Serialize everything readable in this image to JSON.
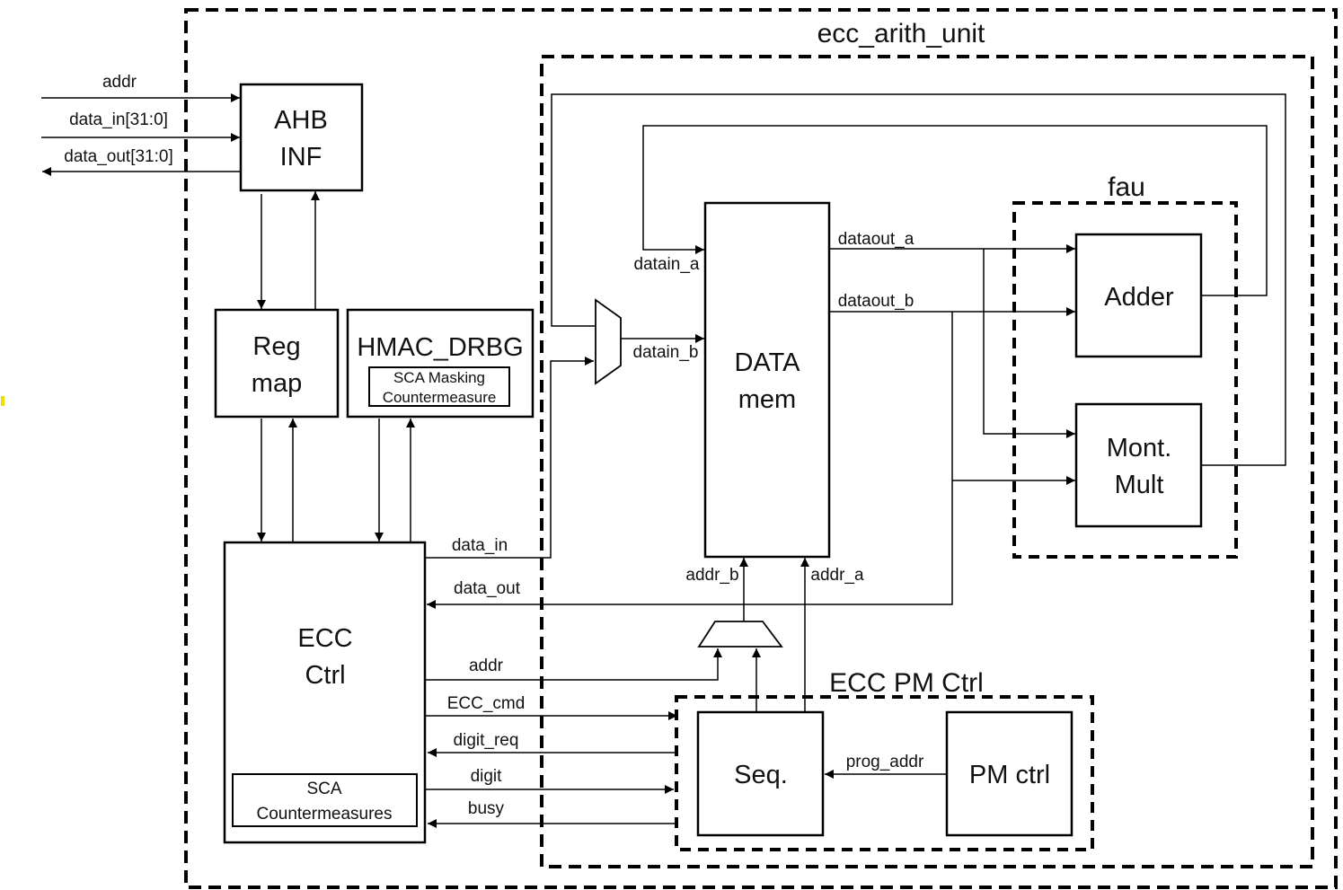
{
  "boundaries": {
    "ecc_arith_unit": "ecc_arith_unit",
    "fau": "fau",
    "ecc_pm_ctrl": "ECC PM Ctrl"
  },
  "blocks": {
    "ahb_inf": [
      "AHB",
      "INF"
    ],
    "reg_map": [
      "Reg",
      "map"
    ],
    "hmac_drbg": "HMAC_DRBG",
    "sca_masking": [
      "SCA Masking",
      "Countermeasure"
    ],
    "ecc_ctrl": [
      "ECC",
      "Ctrl"
    ],
    "sca_countermeasures": [
      "SCA",
      "Countermeasures"
    ],
    "data_mem": [
      "DATA",
      "mem"
    ],
    "adder": "Adder",
    "mont_mult": [
      "Mont.",
      "Mult"
    ],
    "seq": "Seq.",
    "pm_ctrl": "PM ctrl"
  },
  "signals": {
    "ext_addr": "addr",
    "ext_data_in": "data_in[31:0]",
    "ext_data_out": "data_out[31:0]",
    "datain_a": "datain_a",
    "datain_b": "datain_b",
    "dataout_a": "dataout_a",
    "dataout_b": "dataout_b",
    "data_in": "data_in",
    "data_out": "data_out",
    "addr_b": "addr_b",
    "addr_a": "addr_a",
    "addr": "addr",
    "ecc_cmd": "ECC_cmd",
    "digit_req": "digit_req",
    "digit": "digit",
    "busy": "busy",
    "prog_addr": "prog_addr"
  },
  "colors": {
    "line": "#000000",
    "text": "#111111",
    "marker": "#f0e000"
  }
}
